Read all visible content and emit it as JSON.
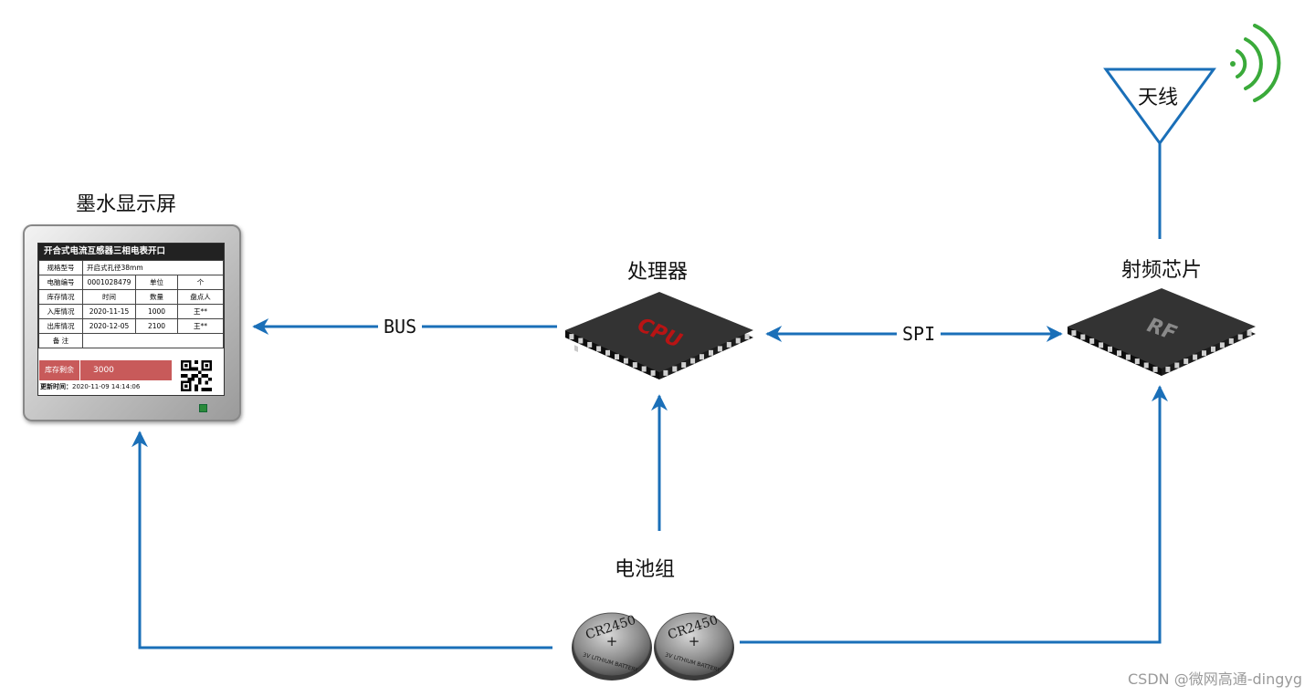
{
  "nodes": {
    "display": "墨水显示屏",
    "cpu": "处理器",
    "rf": "射频芯片",
    "antenna": "天线",
    "battery": "电池组"
  },
  "edges": {
    "bus": "BUS",
    "spi": "SPI"
  },
  "chips": {
    "cpu_mark": "CPU",
    "rf_mark": "RF"
  },
  "screen": {
    "title": "开合式电流互感器三相电表开口",
    "rows": [
      [
        "规格型号",
        "开启式孔径38mm"
      ],
      [
        "电脑编号",
        "0001028479",
        "单位",
        "个"
      ],
      [
        "库存情况",
        "时间",
        "数量",
        "盘点人"
      ],
      [
        "入库情况",
        "2020-11-15",
        "1000",
        "王**"
      ],
      [
        "出库情况",
        "2020-12-05",
        "2100",
        "王**"
      ],
      [
        "备 注",
        ""
      ]
    ],
    "remain_label": "库存剩余",
    "remain_value": "3000",
    "update_label": "更新时间：",
    "update_time": "2020-11-09 14:14:06"
  },
  "batteries": [
    {
      "model": "CR2450",
      "sign": "+",
      "type": "3V LITHIUM BATTERY"
    },
    {
      "model": "CR2450",
      "sign": "+",
      "type": "3V LITHIUM BATTERY"
    }
  ],
  "colors": {
    "wire": "#1a6fb8",
    "signal": "#3aaa3a",
    "chip_body": "#2e2e2e",
    "cpu_mark": "#b81414",
    "rf_mark": "#8a8a8a",
    "remain_bg": "#c85a5a"
  },
  "watermark": "CSDN @微网高通-dingyg"
}
